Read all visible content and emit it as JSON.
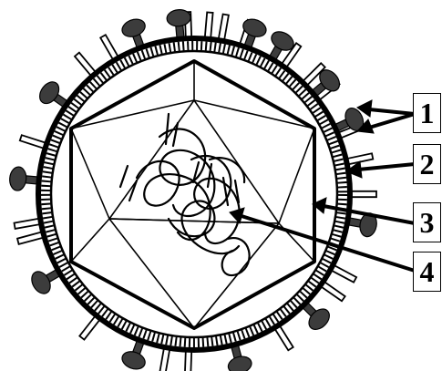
{
  "labels": [
    {
      "text": "1"
    },
    {
      "text": "2"
    },
    {
      "text": "3"
    },
    {
      "text": "4"
    }
  ],
  "colors": {
    "ink": "#000000",
    "background": "#ffffff",
    "knob": "#3c3c3c"
  }
}
